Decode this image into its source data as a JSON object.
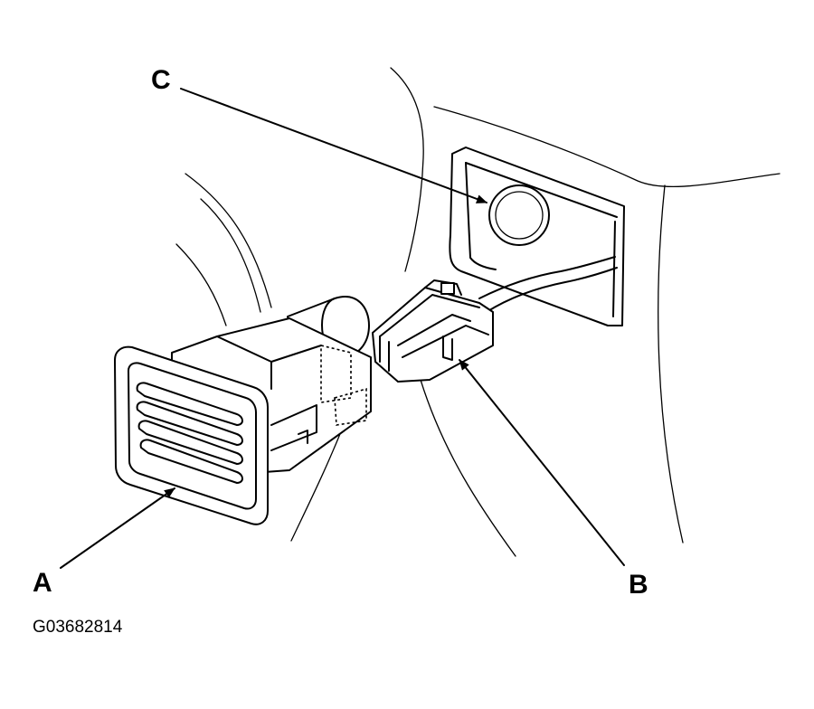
{
  "callouts": {
    "a": "A",
    "b": "B",
    "c": "C"
  },
  "figure_id": "G03682814"
}
